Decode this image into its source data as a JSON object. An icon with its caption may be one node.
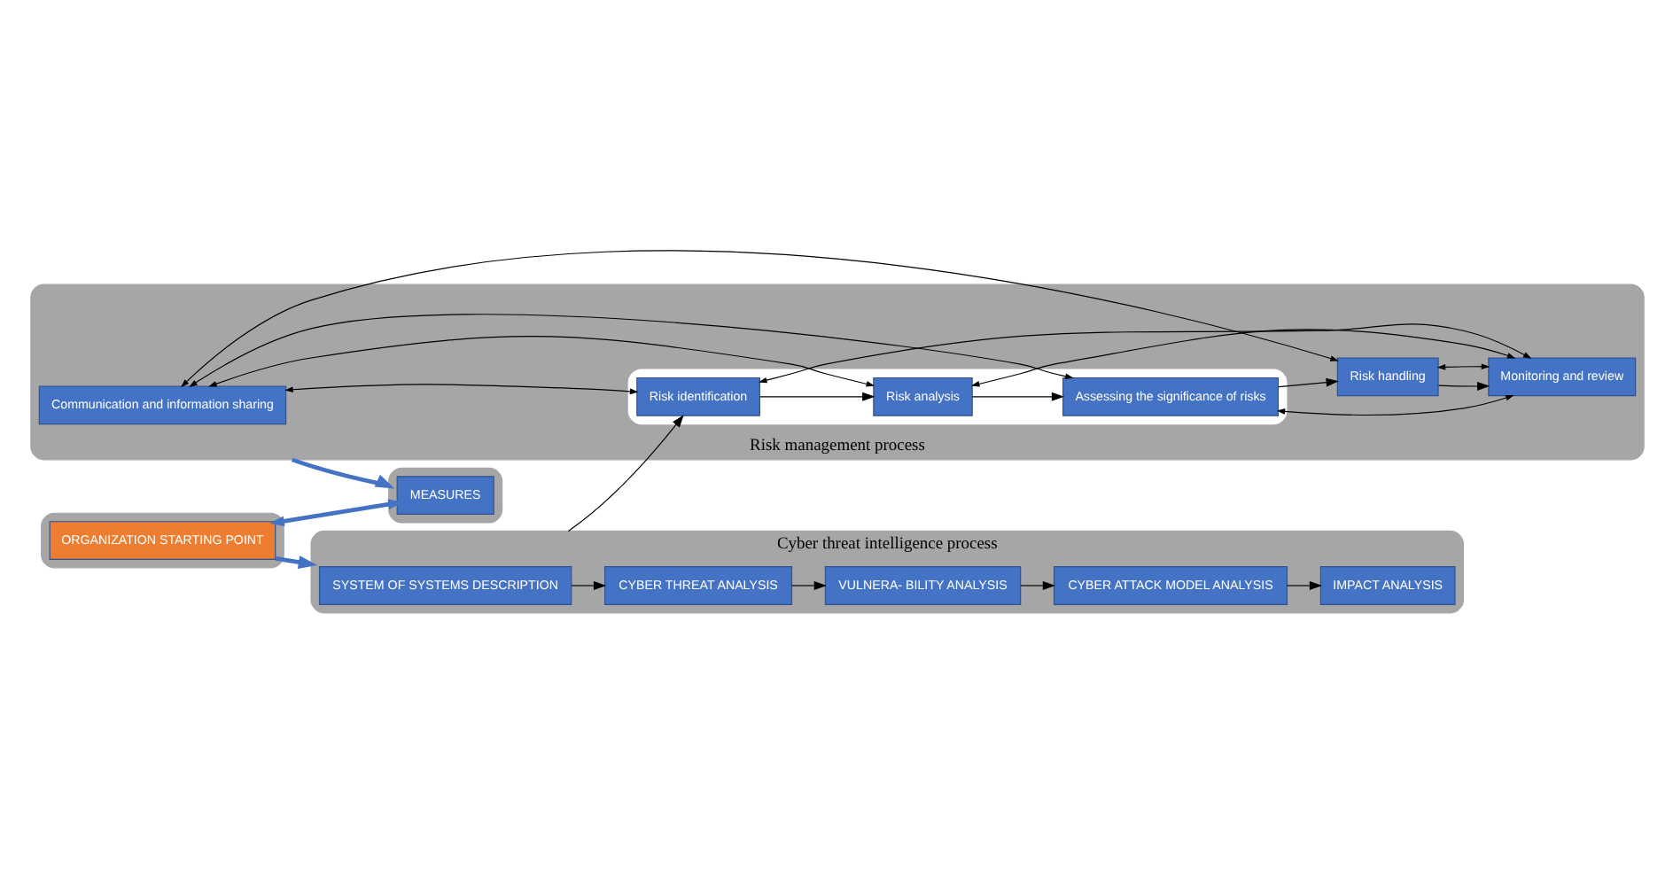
{
  "diagram": {
    "nodes": [
      {
        "text": [
          "Cyber threat intelligence process"
        ]
      },
      {
        "text": [
          "IMPACT ANALYSIS"
        ],
        "in": 0
      },
      {
        "text": [
          "CYBER ATTACK MODEL ANALYSIS"
        ],
        "in": 0
      },
      {
        "text": [
          "VULNERA- BILITY ANALYSIS"
        ],
        "in": 0
      },
      {
        "text": [
          "CYBER THREAT ANALYSIS"
        ],
        "in": 0
      },
      {
        "text": [
          "SYSTEM OF SYSTEMS DESCRIPTION"
        ],
        "in": 0
      },
      {
        "text": [],
        "shape": "box"
      },
      {
        "text": [
          "ORGANIZATION STARTING POINT"
        ],
        "in": 6
      },
      {
        "text": [
          "Risk management process"
        ]
      },
      {
        "text": [
          "Monitoring and review"
        ],
        "in": 8
      },
      {
        "text": [],
        "shape": "box",
        "in": 8
      },
      {
        "text": [
          "Risk identification"
        ],
        "in": 10
      },
      {
        "text": [
          "Risk analysis"
        ],
        "in": 10
      },
      {
        "text": [
          "Assessing the significance of risks"
        ],
        "in": 10
      },
      {
        "text": [
          "Risk handling"
        ],
        "in": 8
      },
      {
        "text": [
          "Communication and information sharing"
        ],
        "in": 8
      },
      {
        "text": [],
        "shape": "box"
      },
      {
        "text": [
          "MEASURES"
        ],
        "in": 16
      }
    ],
    "edges": [
      {
        "from": 5,
        "to": 4,
        "arrow": "to"
      },
      {
        "from": 4,
        "to": 3,
        "arrow": "to"
      },
      {
        "from": 3,
        "to": 2,
        "arrow": "to"
      },
      {
        "from": 2,
        "to": 1,
        "arrow": "to"
      },
      {
        "from": 7,
        "to": 0,
        "arrow": "to",
        "style": "thick",
        "color": "#4472c4"
      },
      {
        "from": 0,
        "to": 11,
        "arrow": "to"
      },
      {
        "from": 11,
        "to": 12,
        "arrow": "to"
      },
      {
        "from": 12,
        "to": 13,
        "arrow": "to"
      },
      {
        "from": 13,
        "to": 14,
        "arrow": "to"
      },
      {
        "from": 14,
        "to": 9,
        "arrow": "to"
      },
      {
        "from": 9,
        "to": 11,
        "arrow": "both"
      },
      {
        "from": 9,
        "to": 12,
        "arrow": "both"
      },
      {
        "from": 9,
        "to": 13,
        "arrow": "both"
      },
      {
        "from": 9,
        "to": 14,
        "arrow": "both"
      },
      {
        "from": 11,
        "to": 15,
        "arrow": "both"
      },
      {
        "from": 12,
        "to": 15,
        "arrow": "both"
      },
      {
        "from": 13,
        "to": 15,
        "arrow": "both"
      },
      {
        "from": 14,
        "to": 15,
        "arrow": "both"
      },
      {
        "from": 8,
        "to": 16,
        "arrow": "to",
        "style": "thick",
        "color": "#4472c4"
      },
      {
        "from": 7,
        "to": 17,
        "arrow": "both",
        "style": "thick",
        "color": "#4472c4"
      }
    ]
  }
}
